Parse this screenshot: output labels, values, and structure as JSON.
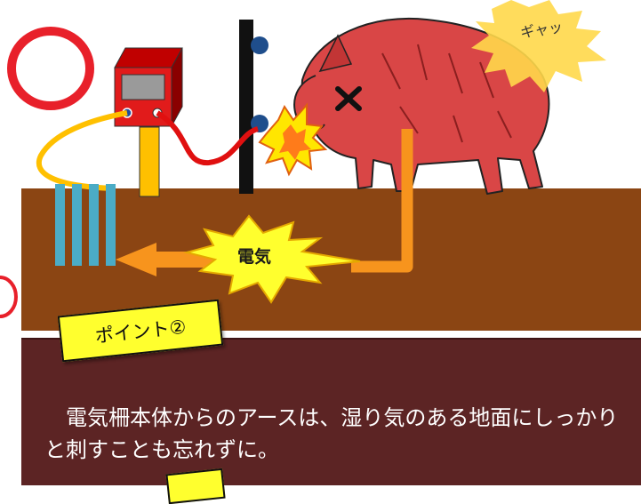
{
  "labels": {
    "sound_effect": "ギャッ",
    "electricity": "電気",
    "point": "ポイント②"
  },
  "info": {
    "text": "電気柵本体からのアースは、湿り気のある地面にしっかりと刺すことも忘れずに。"
  },
  "colors": {
    "ground": "#8b4513",
    "panel": "#5c2424",
    "boar": "#d94646",
    "warning_yellow": "#ffff2e",
    "wire": "#ffc000",
    "current": "#f7941d",
    "ground_rods": "#4bacc6",
    "ok_circle": "#e8202a"
  }
}
